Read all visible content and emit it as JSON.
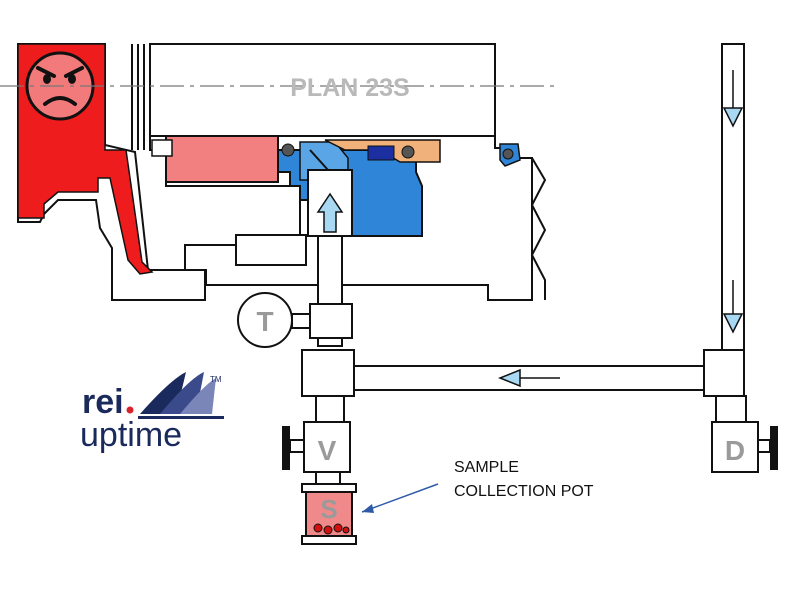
{
  "title": "PLAN 23S",
  "labels": {
    "temperature": "T",
    "valve": "V",
    "drain": "D",
    "sample": "S"
  },
  "callout": {
    "line1": "SAMPLE",
    "line2": "COLLECTION POT"
  },
  "logo": {
    "brand_top": "rei",
    "brand_bottom": "uptime",
    "trademark": "TM"
  },
  "icons": {
    "face": "angry-face-icon",
    "arrow": "flow-arrow-icon"
  },
  "colors": {
    "hot_red": "#ee1c1c",
    "seal_blue": "#2f86d8",
    "gland_pink": "#f28080",
    "arrow_fill": "#a9d8f3",
    "logo_navy": "#1b2a5c",
    "logo_red": "#d8232a",
    "callout_line": "#2e5aa8",
    "pot_fill": "#f08a8a"
  }
}
